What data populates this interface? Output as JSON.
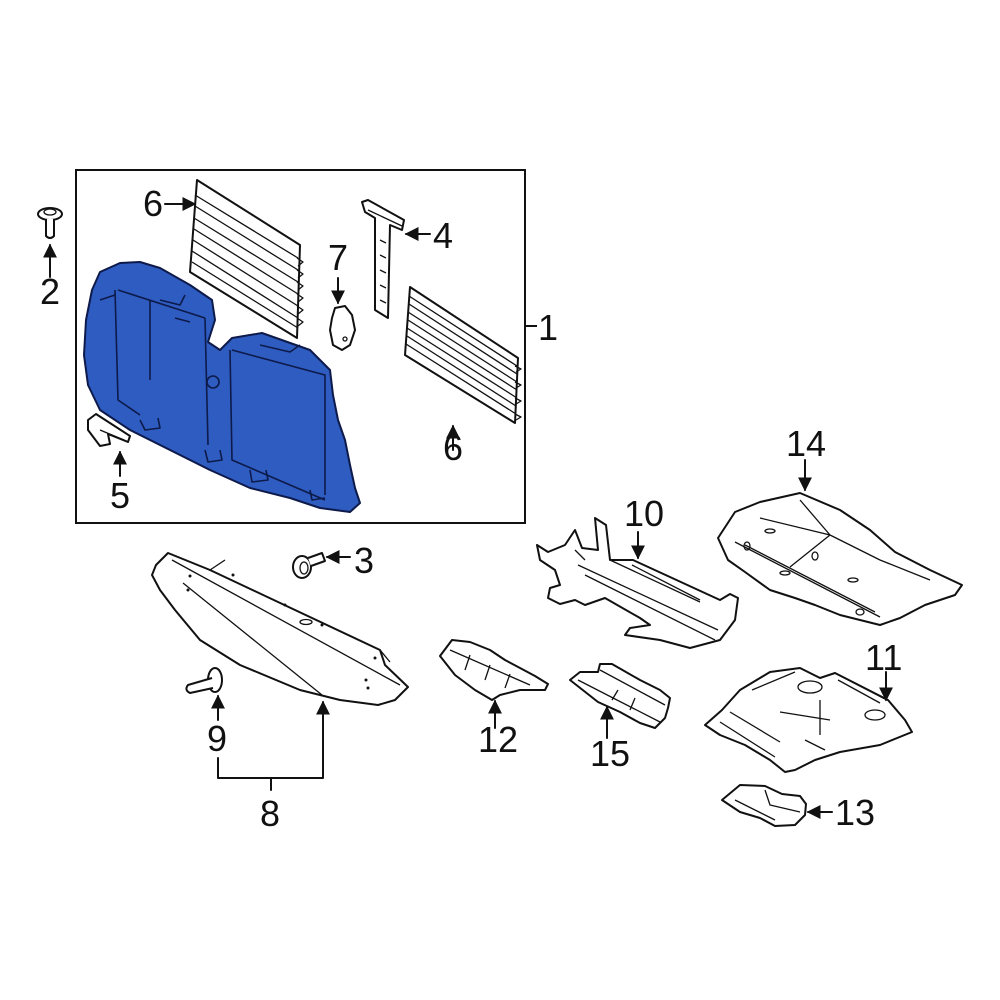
{
  "diagram": {
    "type": "exploded parts diagram",
    "highlight_color": "#2e5cc0",
    "group_box": {
      "label": "1",
      "contains": [
        "4",
        "5",
        "6",
        "6",
        "7"
      ]
    },
    "callouts": [
      {
        "id": "c1",
        "label": "1"
      },
      {
        "id": "c2",
        "label": "2"
      },
      {
        "id": "c3",
        "label": "3"
      },
      {
        "id": "c4",
        "label": "4"
      },
      {
        "id": "c5",
        "label": "5"
      },
      {
        "id": "c6a",
        "label": "6"
      },
      {
        "id": "c6b",
        "label": "6"
      },
      {
        "id": "c7",
        "label": "7"
      },
      {
        "id": "c8",
        "label": "8"
      },
      {
        "id": "c9",
        "label": "9"
      },
      {
        "id": "c10",
        "label": "10"
      },
      {
        "id": "c11",
        "label": "11"
      },
      {
        "id": "c12",
        "label": "12"
      },
      {
        "id": "c13",
        "label": "13"
      },
      {
        "id": "c14",
        "label": "14"
      },
      {
        "id": "c15",
        "label": "15"
      }
    ],
    "parts": [
      {
        "label": "1",
        "shape": "air deflector shutter assembly (highlighted)"
      },
      {
        "label": "2",
        "shape": "push-pin retainer"
      },
      {
        "label": "3",
        "shape": "push-pin retainer"
      },
      {
        "label": "4",
        "shape": "bracket"
      },
      {
        "label": "5",
        "shape": "small seal"
      },
      {
        "label": "6",
        "shape": "louver shutter (x2)"
      },
      {
        "label": "7",
        "shape": "small cover plate"
      },
      {
        "label": "8",
        "shape": "lower deflector panel"
      },
      {
        "label": "9",
        "shape": "push-pin retainer"
      },
      {
        "label": "10",
        "shape": "splash shield bracket"
      },
      {
        "label": "11",
        "shape": "splash shield"
      },
      {
        "label": "12",
        "shape": "shield bracket"
      },
      {
        "label": "13",
        "shape": "small shield"
      },
      {
        "label": "14",
        "shape": "under engine shield"
      },
      {
        "label": "15",
        "shape": "shield bracket"
      }
    ]
  }
}
